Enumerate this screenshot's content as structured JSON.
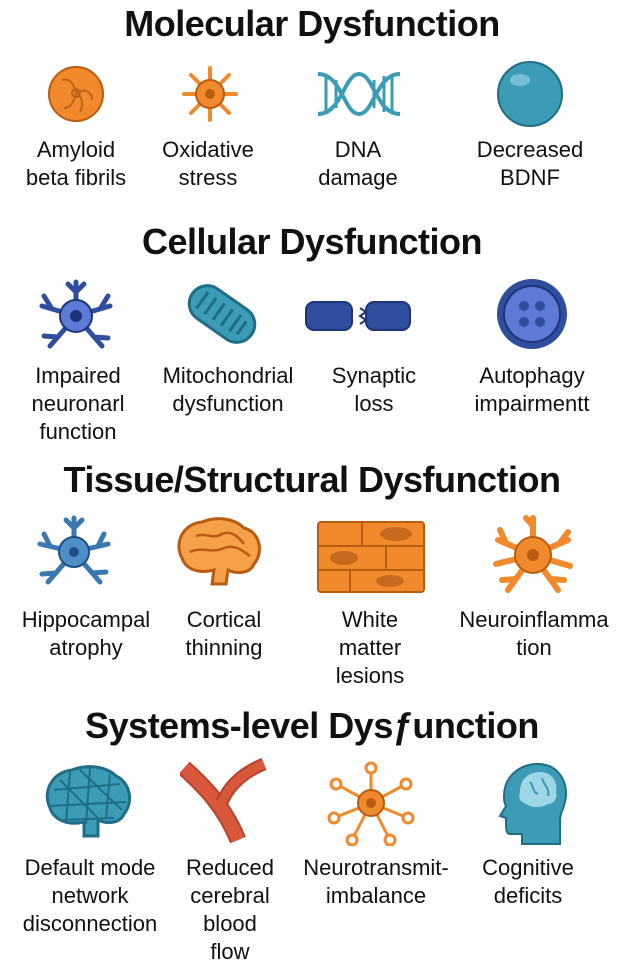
{
  "sections": [
    {
      "title": "Molecular Dysfunction",
      "items": [
        {
          "icon": "amyloid-fibril-icon",
          "lines": [
            "Amyloid",
            "beta fibrils"
          ]
        },
        {
          "icon": "oxidative-stress-icon",
          "lines": [
            "Oxidative",
            "stress"
          ]
        },
        {
          "icon": "dna-helix-icon",
          "lines": [
            "DNA",
            "damage"
          ]
        },
        {
          "icon": "bdnf-sphere-icon",
          "lines": [
            "Decreased",
            "BDNF"
          ]
        }
      ]
    },
    {
      "title": "Cellular Dysfunction",
      "items": [
        {
          "icon": "neuron-icon",
          "lines": [
            "Impaired",
            "neuronarl",
            "function"
          ]
        },
        {
          "icon": "mitochondrion-icon",
          "lines": [
            "Mitochondrial",
            "dysfunction"
          ]
        },
        {
          "icon": "synapse-icon",
          "lines": [
            "Synaptic",
            "loss"
          ]
        },
        {
          "icon": "autophagosome-icon",
          "lines": [
            "Autophagy",
            "impairmentt"
          ]
        }
      ]
    },
    {
      "title": "Tissue/Structural Dysfunction",
      "items": [
        {
          "icon": "hippocampal-neuron-icon",
          "lines": [
            "Hippocampal",
            "atrophy"
          ]
        },
        {
          "icon": "cortex-icon",
          "lines": [
            "Cortical",
            "thinning"
          ]
        },
        {
          "icon": "white-matter-tissue-icon",
          "lines": [
            "White",
            "matter",
            "lesions"
          ]
        },
        {
          "icon": "microglia-icon",
          "lines": [
            "Neuroinflamma",
            "tion"
          ]
        }
      ]
    },
    {
      "title": "Systems-level Dysƒunction",
      "items": [
        {
          "icon": "brain-network-icon",
          "lines": [
            "Default mode",
            "network",
            "disconnection"
          ]
        },
        {
          "icon": "blood-vessel-icon",
          "lines": [
            "Reduced",
            "cerebral",
            "blood",
            "flow"
          ]
        },
        {
          "icon": "neurotransmitter-network-icon",
          "lines": [
            "Neurotransmit-",
            "imbalance"
          ]
        },
        {
          "icon": "head-profile-icon",
          "lines": [
            "Cognitive",
            "deficits"
          ]
        }
      ]
    }
  ],
  "colors": {
    "orange": "#f08a2c",
    "orange_light": "#f5a14a",
    "orange_dark": "#b85c12",
    "teal": "#3c9bb5",
    "teal_dark": "#1f6d86",
    "navy": "#2f4f9e",
    "navy_dark": "#1f3476",
    "periwinkle": "#5c7ad6"
  }
}
